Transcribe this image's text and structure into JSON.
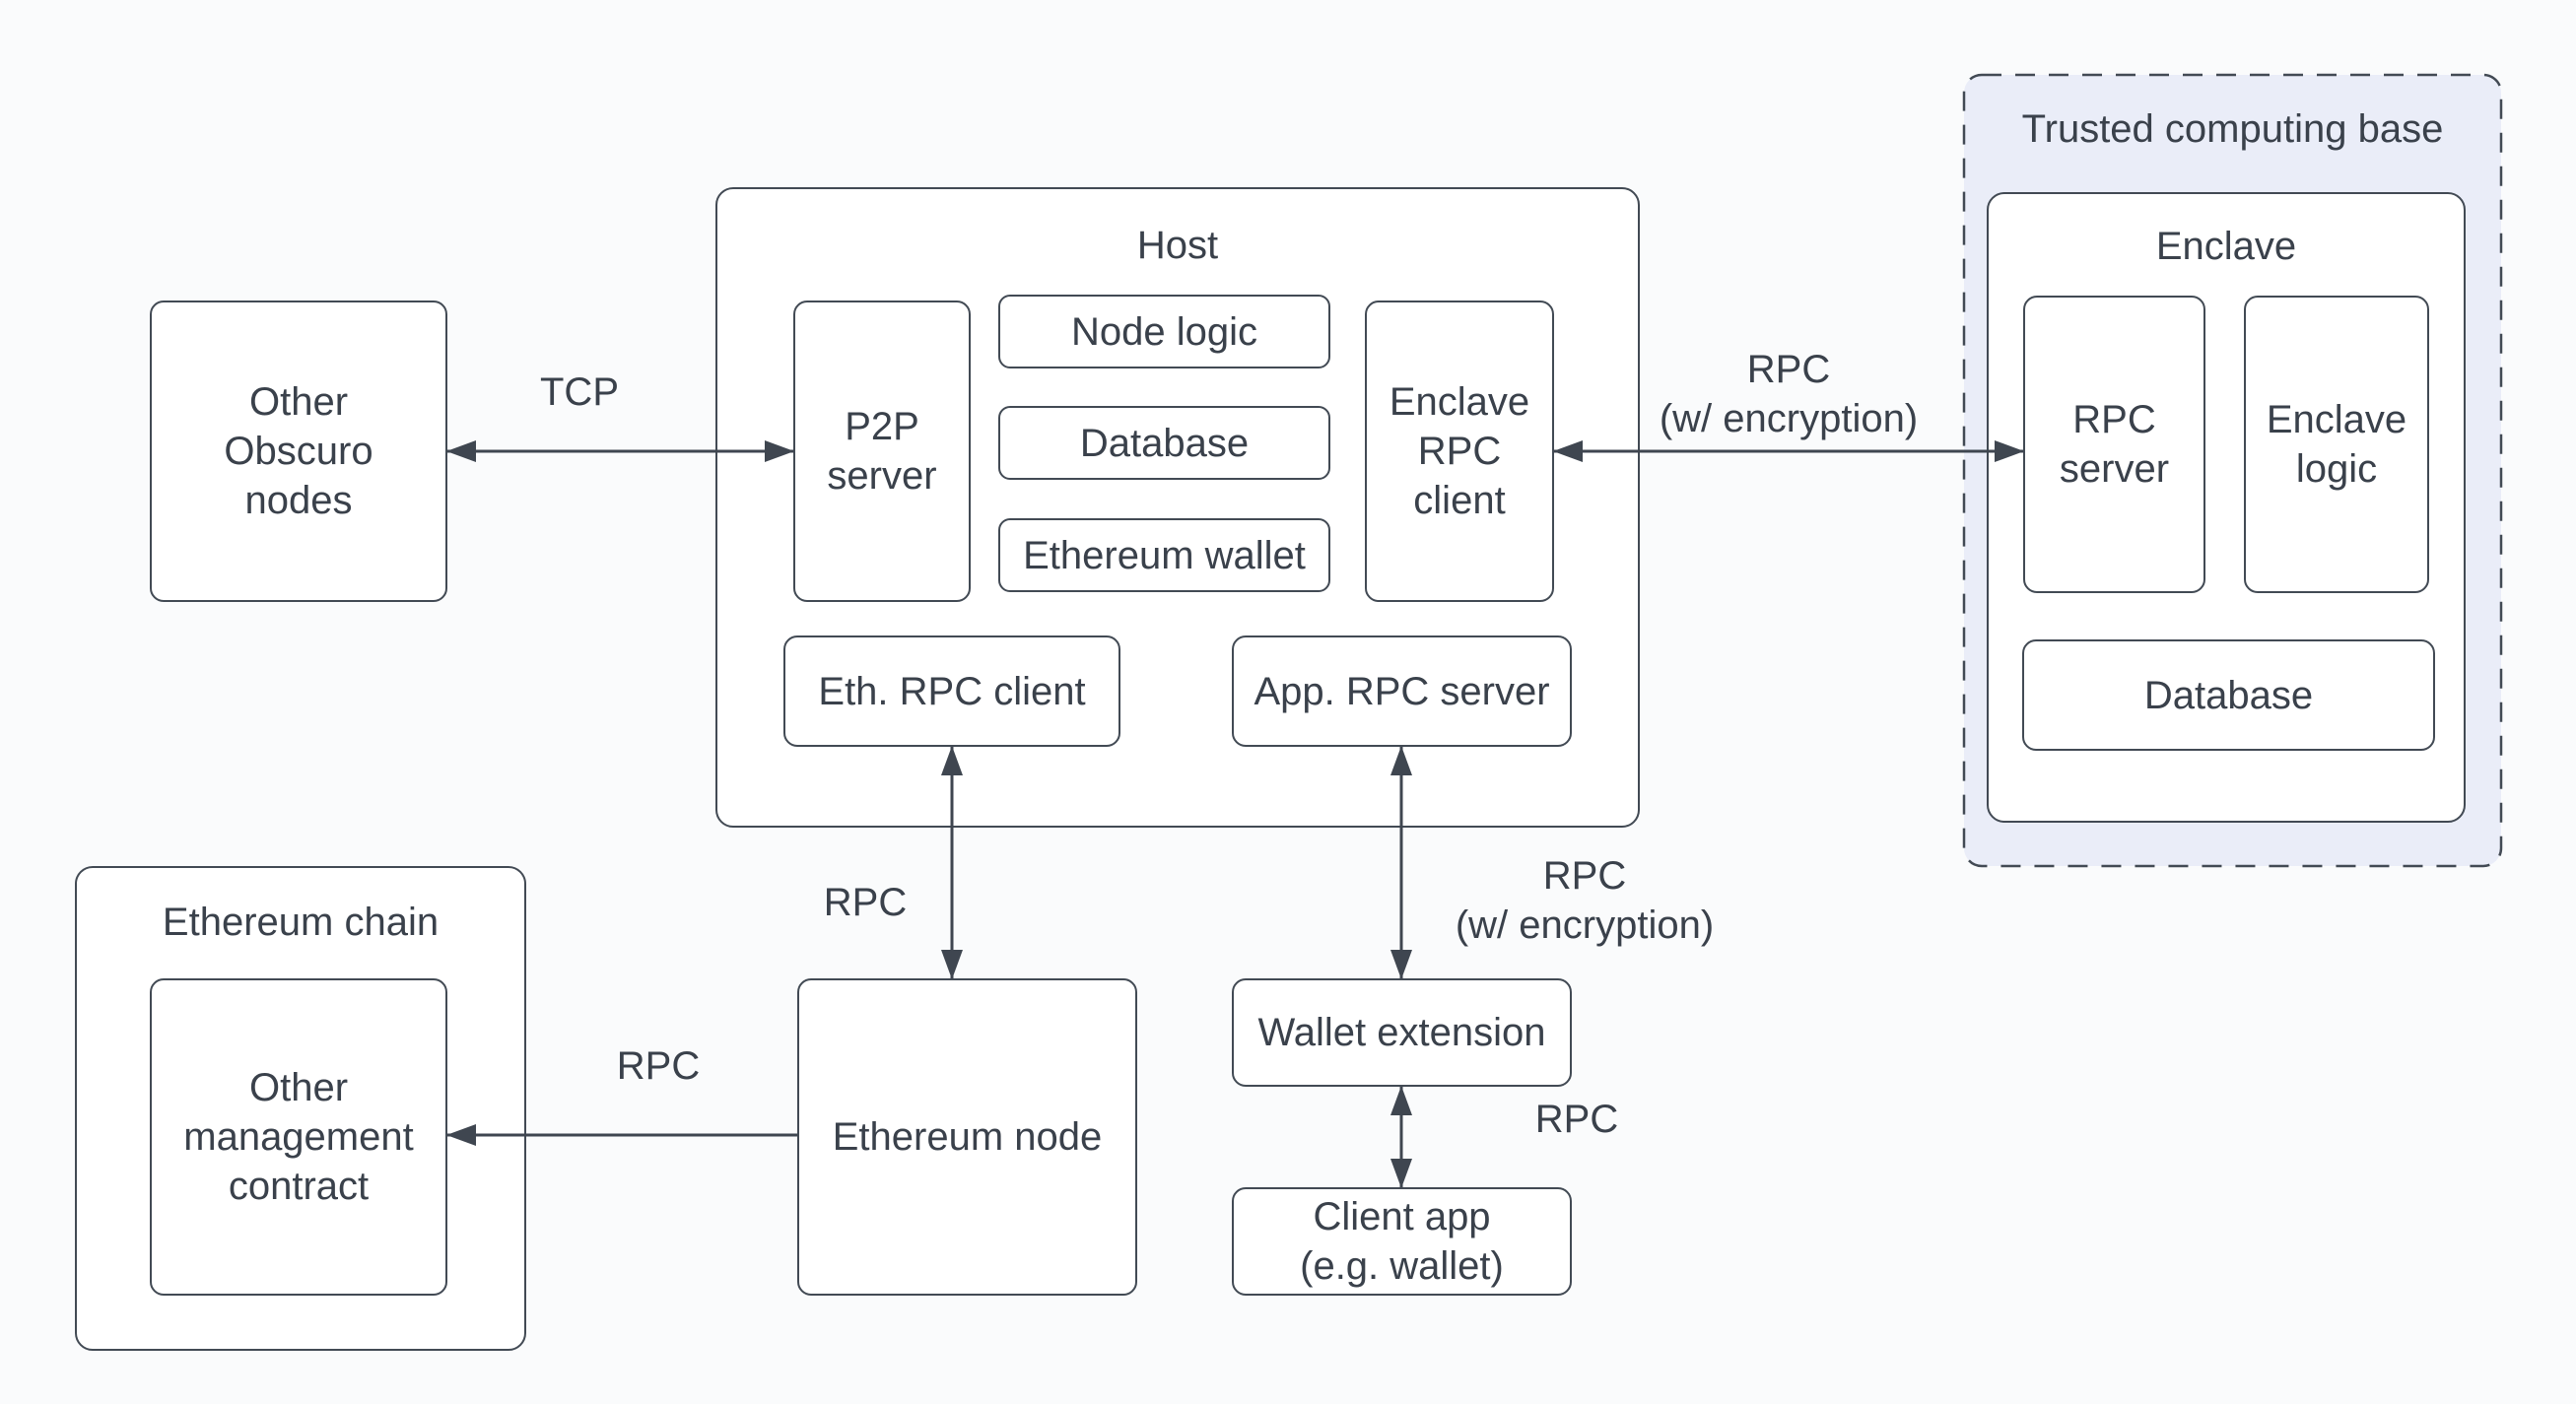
{
  "diagram": {
    "colors": {
      "stroke": "#424a54",
      "text": "#3a414b",
      "arrow": "#3f4650",
      "tcb_fill": "#eaedf8",
      "box_fill": "#ffffff",
      "background": "#fafbfc"
    },
    "nodes": {
      "other_obscuro_nodes": {
        "label": "Other\nObscuro\nnodes"
      },
      "host": {
        "title": "Host"
      },
      "p2p_server": {
        "label": "P2P\nserver"
      },
      "node_logic": {
        "label": "Node logic"
      },
      "host_database": {
        "label": "Database"
      },
      "ethereum_wallet": {
        "label": "Ethereum wallet"
      },
      "enclave_rpc_client": {
        "label": "Enclave\nRPC\nclient"
      },
      "eth_rpc_client": {
        "label": "Eth. RPC client"
      },
      "app_rpc_server": {
        "label": "App. RPC server"
      },
      "trusted_computing_base": {
        "title": "Trusted computing base"
      },
      "enclave": {
        "title": "Enclave"
      },
      "rpc_server": {
        "label": "RPC\nserver"
      },
      "enclave_logic": {
        "label": "Enclave\nlogic"
      },
      "enclave_database": {
        "label": "Database"
      },
      "ethereum_chain": {
        "title": "Ethereum chain"
      },
      "other_management_contract": {
        "label": "Other\nmanagement\ncontract"
      },
      "ethereum_node": {
        "label": "Ethereum node"
      },
      "wallet_extension": {
        "label": "Wallet extension"
      },
      "client_app": {
        "label": "Client app\n(e.g. wallet)"
      }
    },
    "edges": {
      "tcp": {
        "label": "TCP"
      },
      "rpc_encrypted_top": {
        "label": "RPC\n(w/ encryption)"
      },
      "rpc_host_ethnode": {
        "label": "RPC"
      },
      "rpc_encrypted_bottom": {
        "label": "RPC\n(w/ encryption)"
      },
      "rpc_wallet_client": {
        "label": "RPC"
      },
      "rpc_node_contract": {
        "label": "RPC"
      }
    }
  }
}
